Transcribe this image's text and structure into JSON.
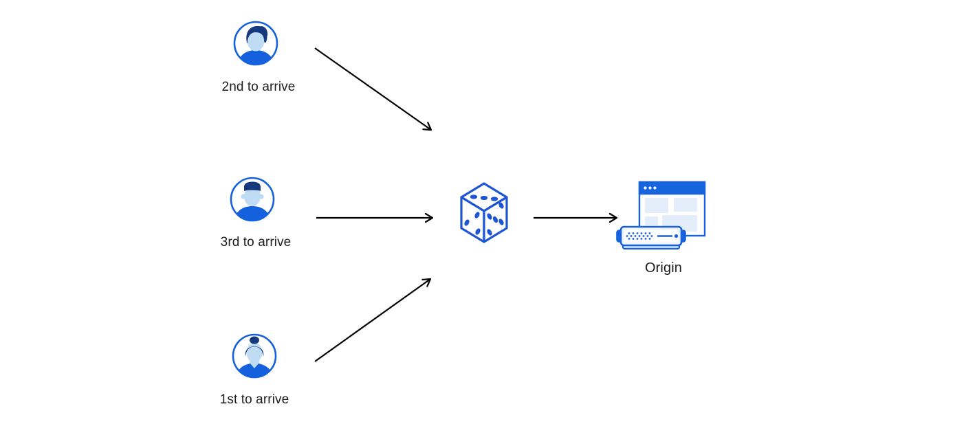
{
  "diagram": {
    "description": "Three visitors arriving in order are sent through a random selector (dice) to an origin server",
    "colors": {
      "primary_blue": "#1460dd",
      "dice_blue": "#1d55d3",
      "dark_navy_hair": "#16397d",
      "skin_light_blue": "#bfdcf4",
      "pale_block_blue": "#e4eefa",
      "server_tray_blue": "#cfe4f7",
      "arrow_black": "#000000",
      "label_text": "#1d1d1f",
      "background": "#ffffff"
    },
    "nodes": {
      "visitor_second": {
        "label": "2nd to arrive",
        "icon": "person-avatar"
      },
      "visitor_third": {
        "label": "3rd to arrive",
        "icon": "person-avatar"
      },
      "visitor_first": {
        "label": "1st to arrive",
        "icon": "person-avatar"
      },
      "random_selector": {
        "icon": "dice",
        "top_face_pips": 3,
        "left_face_pips": 3,
        "right_face_pips": 5
      },
      "origin": {
        "label": "Origin",
        "icon": "browser-window-and-server"
      }
    },
    "edges": [
      {
        "from": "visitor_second",
        "to": "random_selector"
      },
      {
        "from": "visitor_third",
        "to": "random_selector"
      },
      {
        "from": "visitor_first",
        "to": "random_selector"
      },
      {
        "from": "random_selector",
        "to": "origin"
      }
    ]
  }
}
